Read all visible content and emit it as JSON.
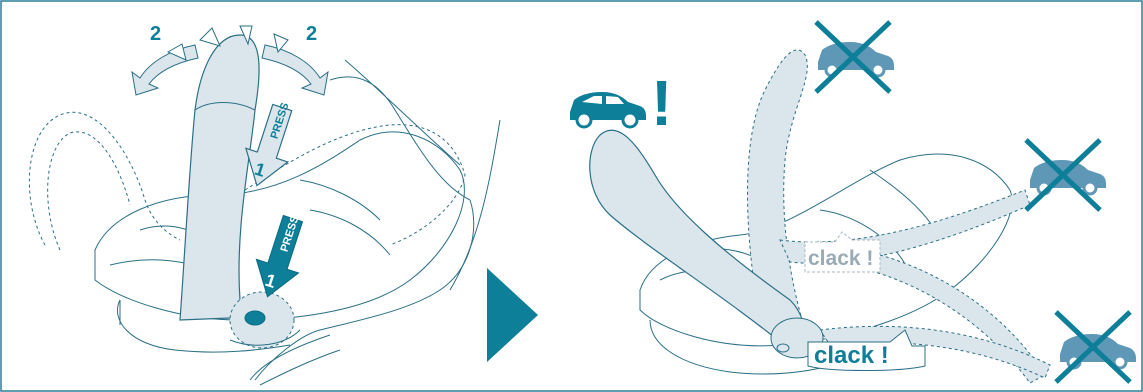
{
  "colors": {
    "accent": "#0e7f98",
    "accent_dark": "#0b6e86",
    "line": "#2a6f86",
    "fill_light": "#dbe6ec",
    "shadow": "#d6dde3",
    "car": "#5e98b6",
    "cross": "#0e7f98"
  },
  "left_panel": {
    "step_rotate": "2",
    "step_rotate_right": "2",
    "press_upper": {
      "number": "1",
      "label": "PRESS"
    },
    "press_lower": {
      "number": "1",
      "label": "PRESS"
    }
  },
  "right_panel": {
    "clack_upper": "clack !",
    "clack_lower": "clack !",
    "correct_position": {
      "icon": "car-icon",
      "mark": "!"
    },
    "wrong_positions": [
      {
        "icon": "car-icon",
        "mark": "cross"
      },
      {
        "icon": "car-icon",
        "mark": "cross"
      },
      {
        "icon": "car-icon",
        "mark": "cross"
      }
    ]
  },
  "divider": {
    "icon": "play-arrow-icon"
  }
}
